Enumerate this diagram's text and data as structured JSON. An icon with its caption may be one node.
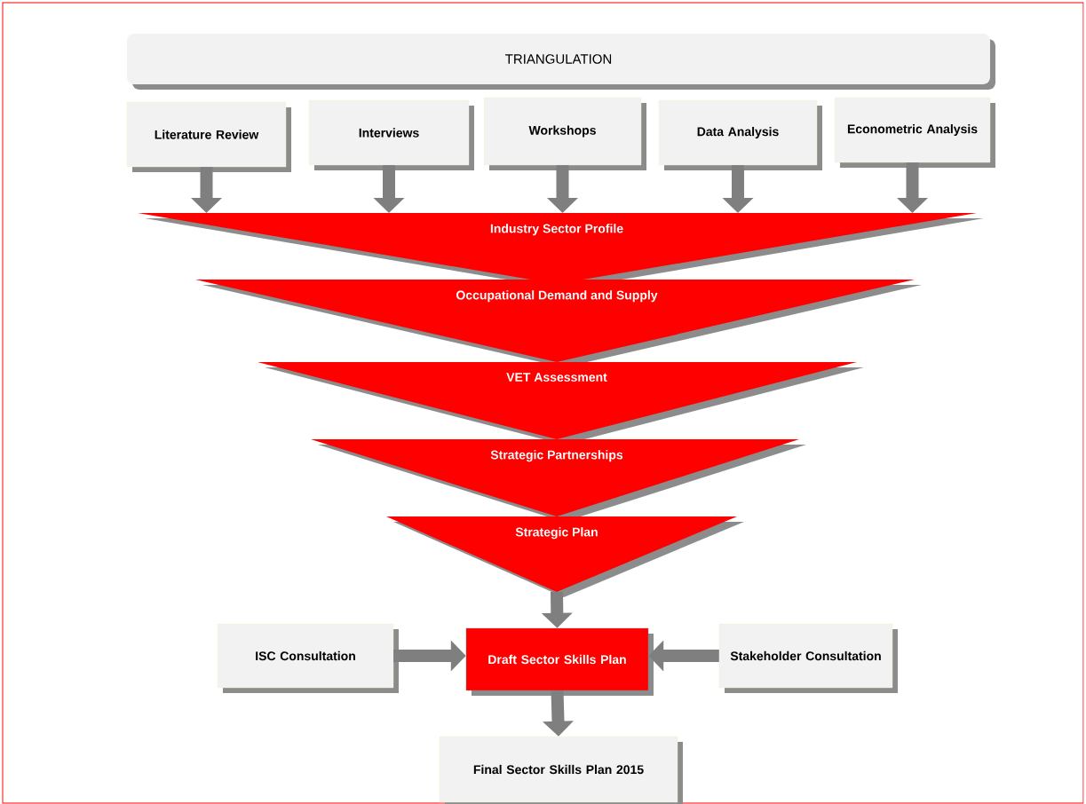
{
  "diagram": {
    "nodes": [
      {
        "text": [
          "TRIANGULATION"
        ]
      },
      {
        "text": [
          "Literature Review"
        ]
      },
      {
        "text": [
          "Interviews"
        ]
      },
      {
        "text": [
          "Workshops"
        ]
      },
      {
        "text": [
          "Data Analysis"
        ]
      },
      {
        "text": [
          "Econometric Analysis"
        ]
      },
      {
        "text": [
          "Industry Sector Profile"
        ]
      },
      {
        "text": [
          "Occupational Demand and Supply"
        ]
      },
      {
        "text": [
          "VET Assessment"
        ]
      },
      {
        "text": [
          "Strategic Partnerships"
        ]
      },
      {
        "text": [
          "Strategic Plan"
        ]
      },
      {
        "text": [
          "ISC Consultation"
        ]
      },
      {
        "text": [
          "Draft Sector Skills Plan"
        ]
      },
      {
        "text": [
          "Stakeholder Consultation"
        ]
      },
      {
        "text": [
          "Final Sector Skills Plan 2015"
        ]
      }
    ],
    "edges": [
      {
        "from": 1,
        "to": 6,
        "arrow": "to"
      },
      {
        "from": 2,
        "to": 6,
        "arrow": "to"
      },
      {
        "from": 3,
        "to": 6,
        "arrow": "to"
      },
      {
        "from": 4,
        "to": 6,
        "arrow": "to"
      },
      {
        "from": 5,
        "to": 6,
        "arrow": "to"
      },
      {
        "from": 10,
        "to": 12,
        "arrow": "to"
      },
      {
        "from": 11,
        "to": 12,
        "arrow": "to"
      },
      {
        "from": 13,
        "to": 12,
        "arrow": "to"
      },
      {
        "from": 12,
        "to": 14,
        "arrow": "to"
      }
    ]
  }
}
